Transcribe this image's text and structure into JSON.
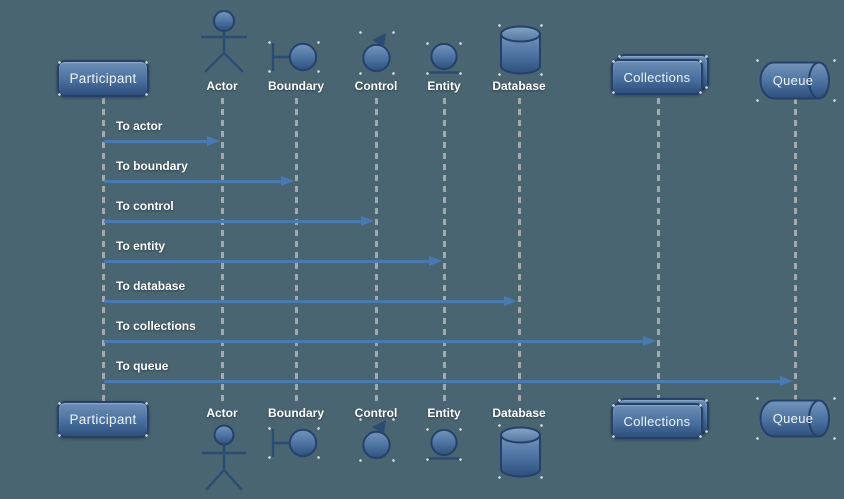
{
  "palette": {
    "background": "#4a6572",
    "shape_gradient_top": "#6d8fb6",
    "shape_gradient_bottom": "#2f4f7c",
    "shape_border": "#24416a",
    "lifeline_gray": "#a3a9ad",
    "message_arrow_blue": "#4a7ab2",
    "label_text": "#ffffff"
  },
  "participants": [
    {
      "id": "participant",
      "label": "Participant",
      "shape": "box"
    },
    {
      "id": "actor",
      "label": "Actor",
      "shape": "stick-figure"
    },
    {
      "id": "boundary",
      "label": "Boundary",
      "shape": "boundary-circle"
    },
    {
      "id": "control",
      "label": "Control",
      "shape": "control-circle"
    },
    {
      "id": "entity",
      "label": "Entity",
      "shape": "entity-circle"
    },
    {
      "id": "database",
      "label": "Database",
      "shape": "cylinder"
    },
    {
      "id": "collections",
      "label": "Collections",
      "shape": "stacked-box"
    },
    {
      "id": "queue",
      "label": "Queue",
      "shape": "horizontal-cylinder"
    }
  ],
  "messages": [
    {
      "label": "To actor",
      "from": "Participant",
      "to": "Actor"
    },
    {
      "label": "To boundary",
      "from": "Participant",
      "to": "Boundary"
    },
    {
      "label": "To control",
      "from": "Participant",
      "to": "Control"
    },
    {
      "label": "To entity",
      "from": "Participant",
      "to": "Entity"
    },
    {
      "label": "To database",
      "from": "Participant",
      "to": "Database"
    },
    {
      "label": "To collections",
      "from": "Participant",
      "to": "Collections"
    },
    {
      "label": "To queue",
      "from": "Participant",
      "to": "Queue"
    }
  ]
}
